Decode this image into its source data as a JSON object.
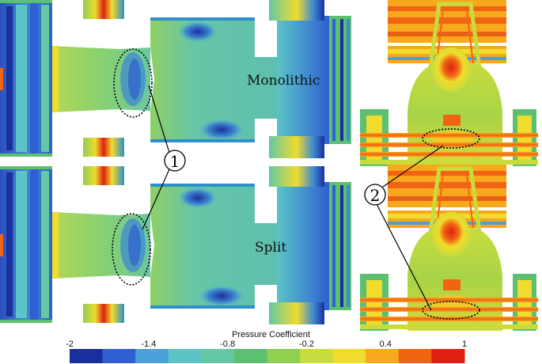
{
  "figure": {
    "labels": {
      "monolithic": "Monolithic",
      "split": "Split",
      "marker_1": "1",
      "marker_2": "2"
    },
    "colorbar": {
      "title": "Pressure Coefficient",
      "min": -2,
      "max": 1,
      "ticks": [
        "-2",
        "-1.4",
        "-0.8",
        "-0.2",
        "0.4",
        "1"
      ],
      "colors": [
        "#1a2f9e",
        "#2f5fd0",
        "#4aa0d8",
        "#5cc3c7",
        "#64c8a5",
        "#5cc070",
        "#8fd050",
        "#c8dc3c",
        "#f0dc2c",
        "#f8a81c",
        "#f06414",
        "#e02010"
      ]
    }
  }
}
